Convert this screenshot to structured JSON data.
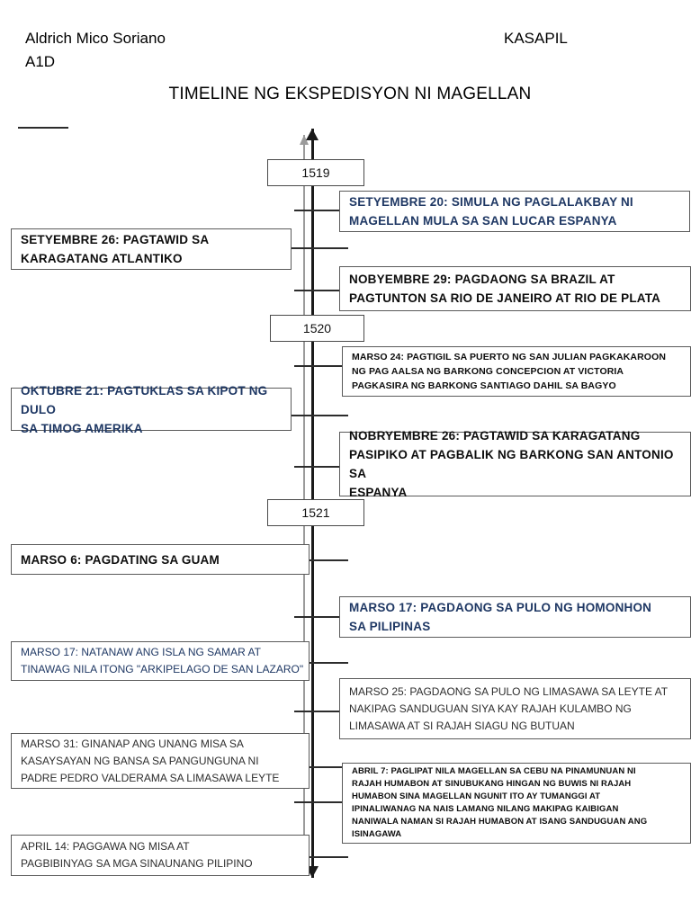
{
  "header": {
    "student_name": "Aldrich Mico Soriano",
    "student_section": "A1D",
    "subject": "KASAPIL",
    "title": "TIMELINE NG EKSPEDISYON NI MAGELLAN"
  },
  "timeline": {
    "axis_direction": "vertical-double-arrow",
    "years": [
      {
        "label": "1519"
      },
      {
        "label": "1520"
      },
      {
        "label": "1521"
      }
    ],
    "events": [
      {
        "id": "setyembre-20",
        "side": "right",
        "text": "SETYEMBRE 20: SIMULA NG PAGLALAKBAY NI\nMAGELLAN MULA SA SAN LUCAR ESPANYA",
        "color": "#1f3864",
        "style": "t-blue-lg"
      },
      {
        "id": "setyembre-26",
        "side": "left",
        "text": "SETYEMBRE 26: PAGTAWID SA\nKARAGATANG ATLANTIKO",
        "color": "#0d0d0d",
        "style": "t-black-lg"
      },
      {
        "id": "nobyembre-29",
        "side": "right",
        "text": "NOBYEMBRE 29: PAGDAONG SA BRAZIL AT\nPAGTUNTON SA RIO DE JANEIRO AT RIO DE PLATA",
        "color": "#0d0d0d",
        "style": "t-black-lg"
      },
      {
        "id": "marso-24",
        "side": "right",
        "text": "MARSO 24: PAGTIGIL SA PUERTO NG SAN JULIAN PAGKAKAROON\nNG PAG AALSA NG BARKONG CONCEPCION AT VICTORIA\nPAGKASIRA NG BARKONG SANTIAGO DAHIL SA BAGYO",
        "color": "#0d0d0d",
        "style": "t-black-sm"
      },
      {
        "id": "oktubre-21",
        "side": "left",
        "text": "OKTUBRE 21:  PAGTUKLAS SA KIPOT NG DULO\nSA TIMOG AMERIKA",
        "color": "#1f3864",
        "style": "t-blue-lg"
      },
      {
        "id": "nobryembre-26",
        "side": "right",
        "text": "NOBRYEMBRE 26: PAGTAWID SA KARAGATANG\nPASIPIKO AT PAGBALIK NG BARKONG SAN ANTONIO SA\nESPANYA",
        "color": "#0d0d0d",
        "style": "t-black-lg"
      },
      {
        "id": "marso-6",
        "side": "left",
        "text": "MARSO 6: PAGDATING SA GUAM",
        "color": "#0d0d0d",
        "style": "t-black-lg"
      },
      {
        "id": "marso-17-homonhon",
        "side": "right",
        "text": "MARSO 17: PAGDAONG SA PULO NG HOMONHON\nSA PILIPINAS",
        "color": "#1f3864",
        "style": "t-blue-lg"
      },
      {
        "id": "marso-17-samar",
        "side": "left",
        "text": "MARSO 17: NATANAW ANG ISLA NG SAMAR AT\nTINAWAG NILA ITONG \"ARKIPELAGO DE SAN LAZARO\"",
        "color": "#1f3864",
        "style": "t-blue-reg"
      },
      {
        "id": "marso-25",
        "side": "right",
        "text": "MARSO 25: PAGDAONG SA PULO NG LIMASAWA SA LEYTE AT\nNAKIPAG SANDUGUAN SIYA KAY RAJAH KULAMBO NG\nLIMASAWA AT SI RAJAH SIAGU NG BUTUAN",
        "color": "#2e2e2e",
        "style": "t-gray-reg"
      },
      {
        "id": "marso-31",
        "side": "left",
        "text": "MARSO 31: GINANAP ANG UNANG MISA SA\nKASAYSAYAN NG BANSA SA PANGUNGUNA NI\nPADRE PEDRO VALDERAMA SA LIMASAWA LEYTE",
        "color": "#2e2e2e",
        "style": "t-gray-reg"
      },
      {
        "id": "abril-7",
        "side": "right",
        "text": "ABRIL 7: PAGLIPAT NILA MAGELLAN SA CEBU NA PINAMUNUAN NI\nRAJAH HUMABON AT SINUBUKANG HINGAN NG BUWIS NI RAJAH\nHUMABON SINA MAGELLAN NGUNIT ITO AY TUMANGGI AT\nIPINALIWANAG NA NAIS LAMANG NILANG MAKIPAG KAIBIGAN\nNANIWALA NAMAN SI RAJAH HUMABON AT ISANG SANDUGUAN ANG\nISINAGAWA",
        "color": "#0d0d0d",
        "style": "t-black-xs"
      },
      {
        "id": "april-14",
        "side": "left",
        "text": "APRIL 14: PAGGAWA NG MISA AT\nPAGBIBINYAG SA MGA SINAUNANG PILIPINO",
        "color": "#2e2e2e",
        "style": "t-gray-reg"
      }
    ]
  },
  "colors": {
    "accent_blue": "#1f3864",
    "body_black": "#0d0d0d",
    "body_gray": "#2e2e2e",
    "axis": "#1a1a1a",
    "axis_shadow": "#9b9b9b",
    "box_border": "#5a5a5a"
  }
}
